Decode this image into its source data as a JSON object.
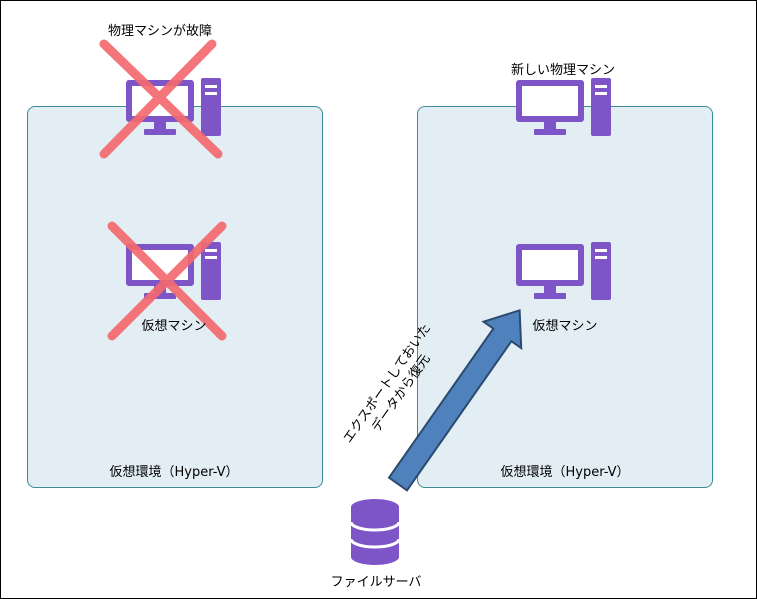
{
  "left": {
    "physical_label": "物理マシンが故障",
    "vm_label": "仮想マシン",
    "env_label": "仮想環境（Hyper-V）"
  },
  "right": {
    "physical_label": "新しい物理マシン",
    "vm_label": "仮想マシン",
    "env_label": "仮想環境（Hyper-V）"
  },
  "arrow": {
    "line1": "エクスポートしておいた",
    "line2": "データから復元"
  },
  "server": {
    "label": "ファイルサーバ"
  },
  "colors": {
    "computer": "#7d55c7",
    "cross": "#f46a6f",
    "box_fill": "#e2eef3",
    "box_border": "#3d8c94",
    "arrow_fill": "#4f81bd",
    "arrow_border": "#2b4a6f"
  }
}
